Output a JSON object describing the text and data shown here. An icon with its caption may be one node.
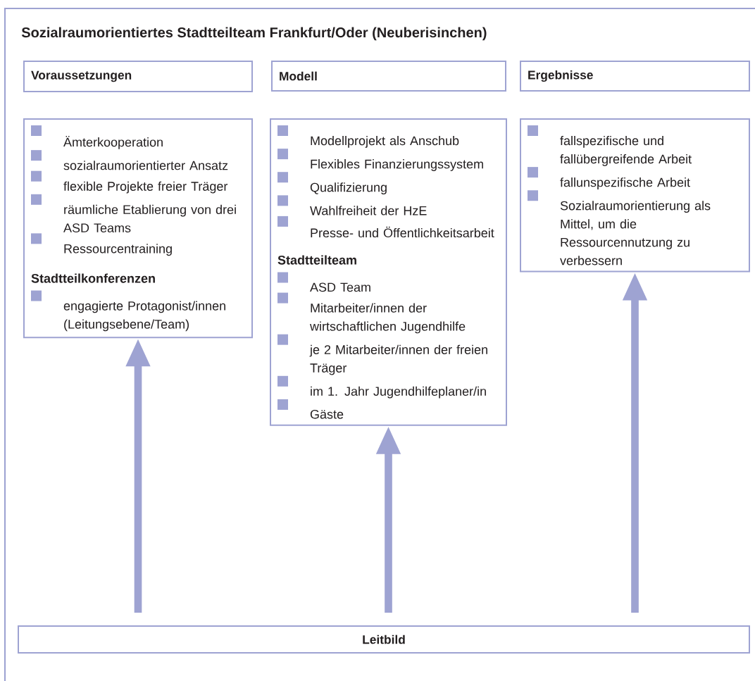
{
  "diagram": {
    "title": "Sozialraumorientiertes Stadtteilteam Frankfurt/Oder (Neuberisinchen)",
    "nodes": [
      {
        "text": [
          "Voraussetzungen"
        ]
      },
      {
        "text": [
          "Modell"
        ]
      },
      {
        "text": [
          "Ergebnisse"
        ]
      },
      {
        "text": [
          "Ämterkooperation",
          "sozialraumorientierter Ansatz",
          "flexible Projekte freier Träger",
          "räumliche Etablierung von drei ASD Teams",
          "Ressourcentraining",
          "Stadtteilkonferenzen",
          "engagierte Protagonist/innen (Leitungsebene/Team)"
        ]
      },
      {
        "text": [
          "Modellprojekt als Anschub",
          "Flexibles Finanzierungssystem",
          "Qualifizierung",
          "Wahlfreiheit der HzE",
          "Presse- und Öffentlichkeitsarbeit",
          "Stadtteilteam",
          "ASD Team",
          "Mitarbeiter/innen der wirtschaftlichen Jugendhilfe",
          "je 2 Mitarbeiter/innen der freien Träger",
          "im 1. Jahr Jugendhilfeplaner/in",
          "Gäste"
        ]
      },
      {
        "text": [
          "fallspezifische und fallübergreifende Arbeit",
          "fallunspezifische Arbeit",
          "Sozialraumorientierung als Mittel, um die Ressourcennutzung zu verbessern"
        ]
      },
      {
        "text": [
          "Leitbild"
        ]
      }
    ],
    "edges": [
      {
        "from": 6,
        "to": 3,
        "arrow": "to"
      },
      {
        "from": 6,
        "to": 4,
        "arrow": "to"
      },
      {
        "from": 6,
        "to": 5,
        "arrow": "to"
      }
    ]
  }
}
